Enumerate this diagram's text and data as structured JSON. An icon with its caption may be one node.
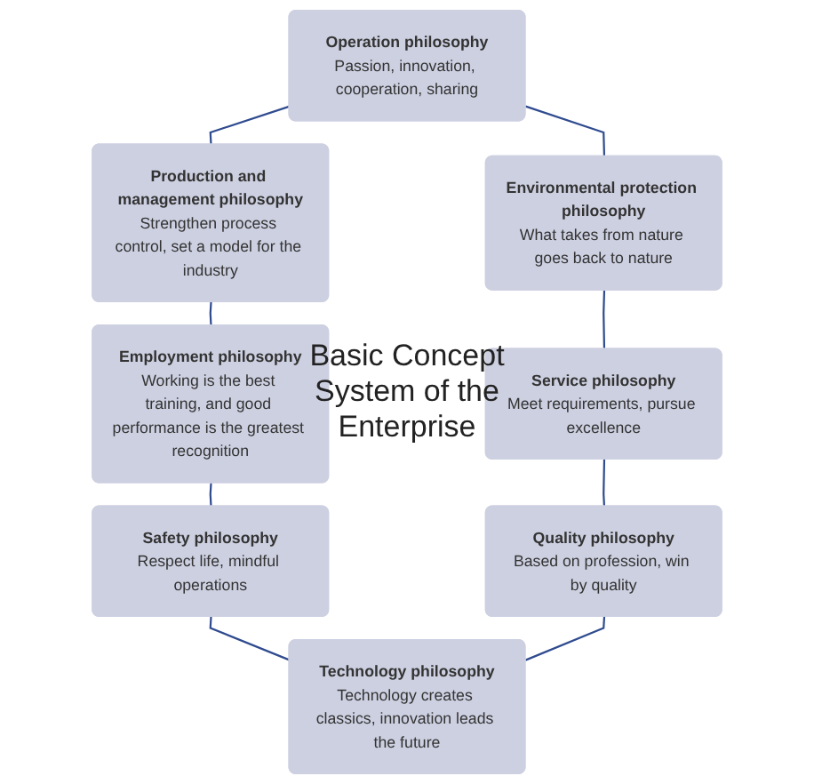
{
  "diagram": {
    "nodes": [
      {
        "text": [
          "Operation philosophy",
          "Passion, innovation, cooperation, sharing"
        ]
      },
      {
        "text": [
          "Production and management philosophy",
          "Strengthen process control, set a model for the industry"
        ]
      },
      {
        "text": [
          "Employment philosophy",
          "Working is the best training, and good performance is the greatest recognition"
        ]
      },
      {
        "text": [
          "Safety philosophy",
          "Respect life, mindful operations"
        ]
      },
      {
        "text": [
          "Technology philosophy",
          "Technology creates classics, innovation leads the future"
        ]
      },
      {
        "text": [
          "Quality philosophy",
          "Based on profession, win by quality"
        ]
      },
      {
        "text": [
          "Service philosophy",
          "Meet requirements, pursue excellence"
        ]
      },
      {
        "text": [
          "Environmental protection philosophy",
          "What takes from nature goes back to nature"
        ]
      }
    ],
    "edges": [
      {
        "from": 0,
        "to": 1,
        "arrow": "none"
      },
      {
        "from": 1,
        "to": 2,
        "arrow": "none"
      },
      {
        "from": 2,
        "to": 3,
        "arrow": "none"
      },
      {
        "from": 3,
        "to": 4,
        "arrow": "none"
      },
      {
        "from": 0,
        "to": 7,
        "arrow": "none"
      },
      {
        "from": 7,
        "to": 6,
        "arrow": "none"
      },
      {
        "from": 6,
        "to": 5,
        "arrow": "none"
      },
      {
        "from": 5,
        "to": 4,
        "arrow": "none"
      }
    ],
    "labels": [
      "Basic Concept System of the Enterprise"
    ]
  }
}
